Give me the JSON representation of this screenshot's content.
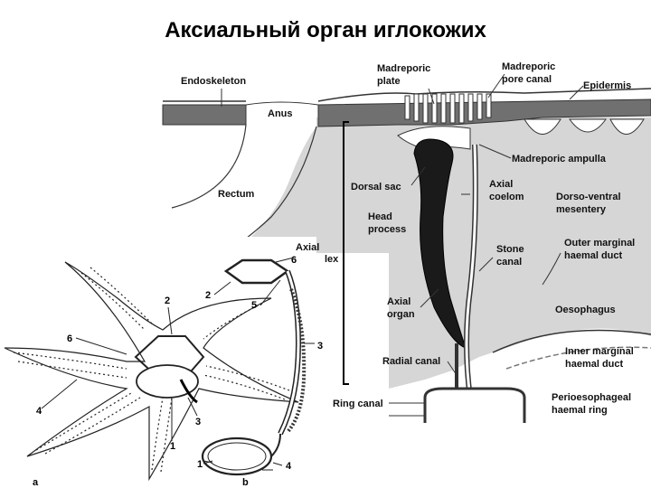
{
  "title": "Аксиальный орган иглокожих",
  "labels": {
    "endoskeleton": "Endoskeleton",
    "anus": "Anus",
    "madreporic_plate_1": "Madreporic",
    "madreporic_plate_2": "plate",
    "madreporic_pore_canal_1": "Madreporic",
    "madreporic_pore_canal_2": "pore canal",
    "epidermis": "Epidermis",
    "madreporic_ampulla": "Madreporic ampulla",
    "dorsal_sac": "Dorsal sac",
    "axial_coelom_1": "Axial",
    "axial_coelom_2": "coelom",
    "dorso_ventral_1": "Dorso-ventral",
    "dorso_ventral_2": "mesentery",
    "rectum": "Rectum",
    "head_process_1": "Head",
    "head_process_2": "process",
    "stone_canal_1": "Stone",
    "stone_canal_2": "canal",
    "outer_marginal_1": "Outer marginal",
    "outer_marginal_2": "haemal duct",
    "axial_partial": "Axial",
    "lex_partial": "lex",
    "axial_organ_1": "Axial",
    "axial_organ_2": "organ",
    "oesophagus": "Oesophagus",
    "inner_marginal_1": "Inner marginal",
    "inner_marginal_2": "haemal duct",
    "radial_canal": "Radial canal",
    "ring_canal": "Ring canal",
    "perioesophageal_1": "Perioesophageal",
    "perioesophageal_2": "haemal ring"
  },
  "numbers_a": {
    "n2": "2",
    "n6": "6",
    "n4": "4",
    "n3": "3",
    "n1": "1",
    "panel": "a"
  },
  "numbers_b": {
    "n6": "6",
    "n2": "2",
    "n5": "5",
    "n3": "3",
    "n1": "1",
    "n4": "4",
    "panel": "b"
  }
}
